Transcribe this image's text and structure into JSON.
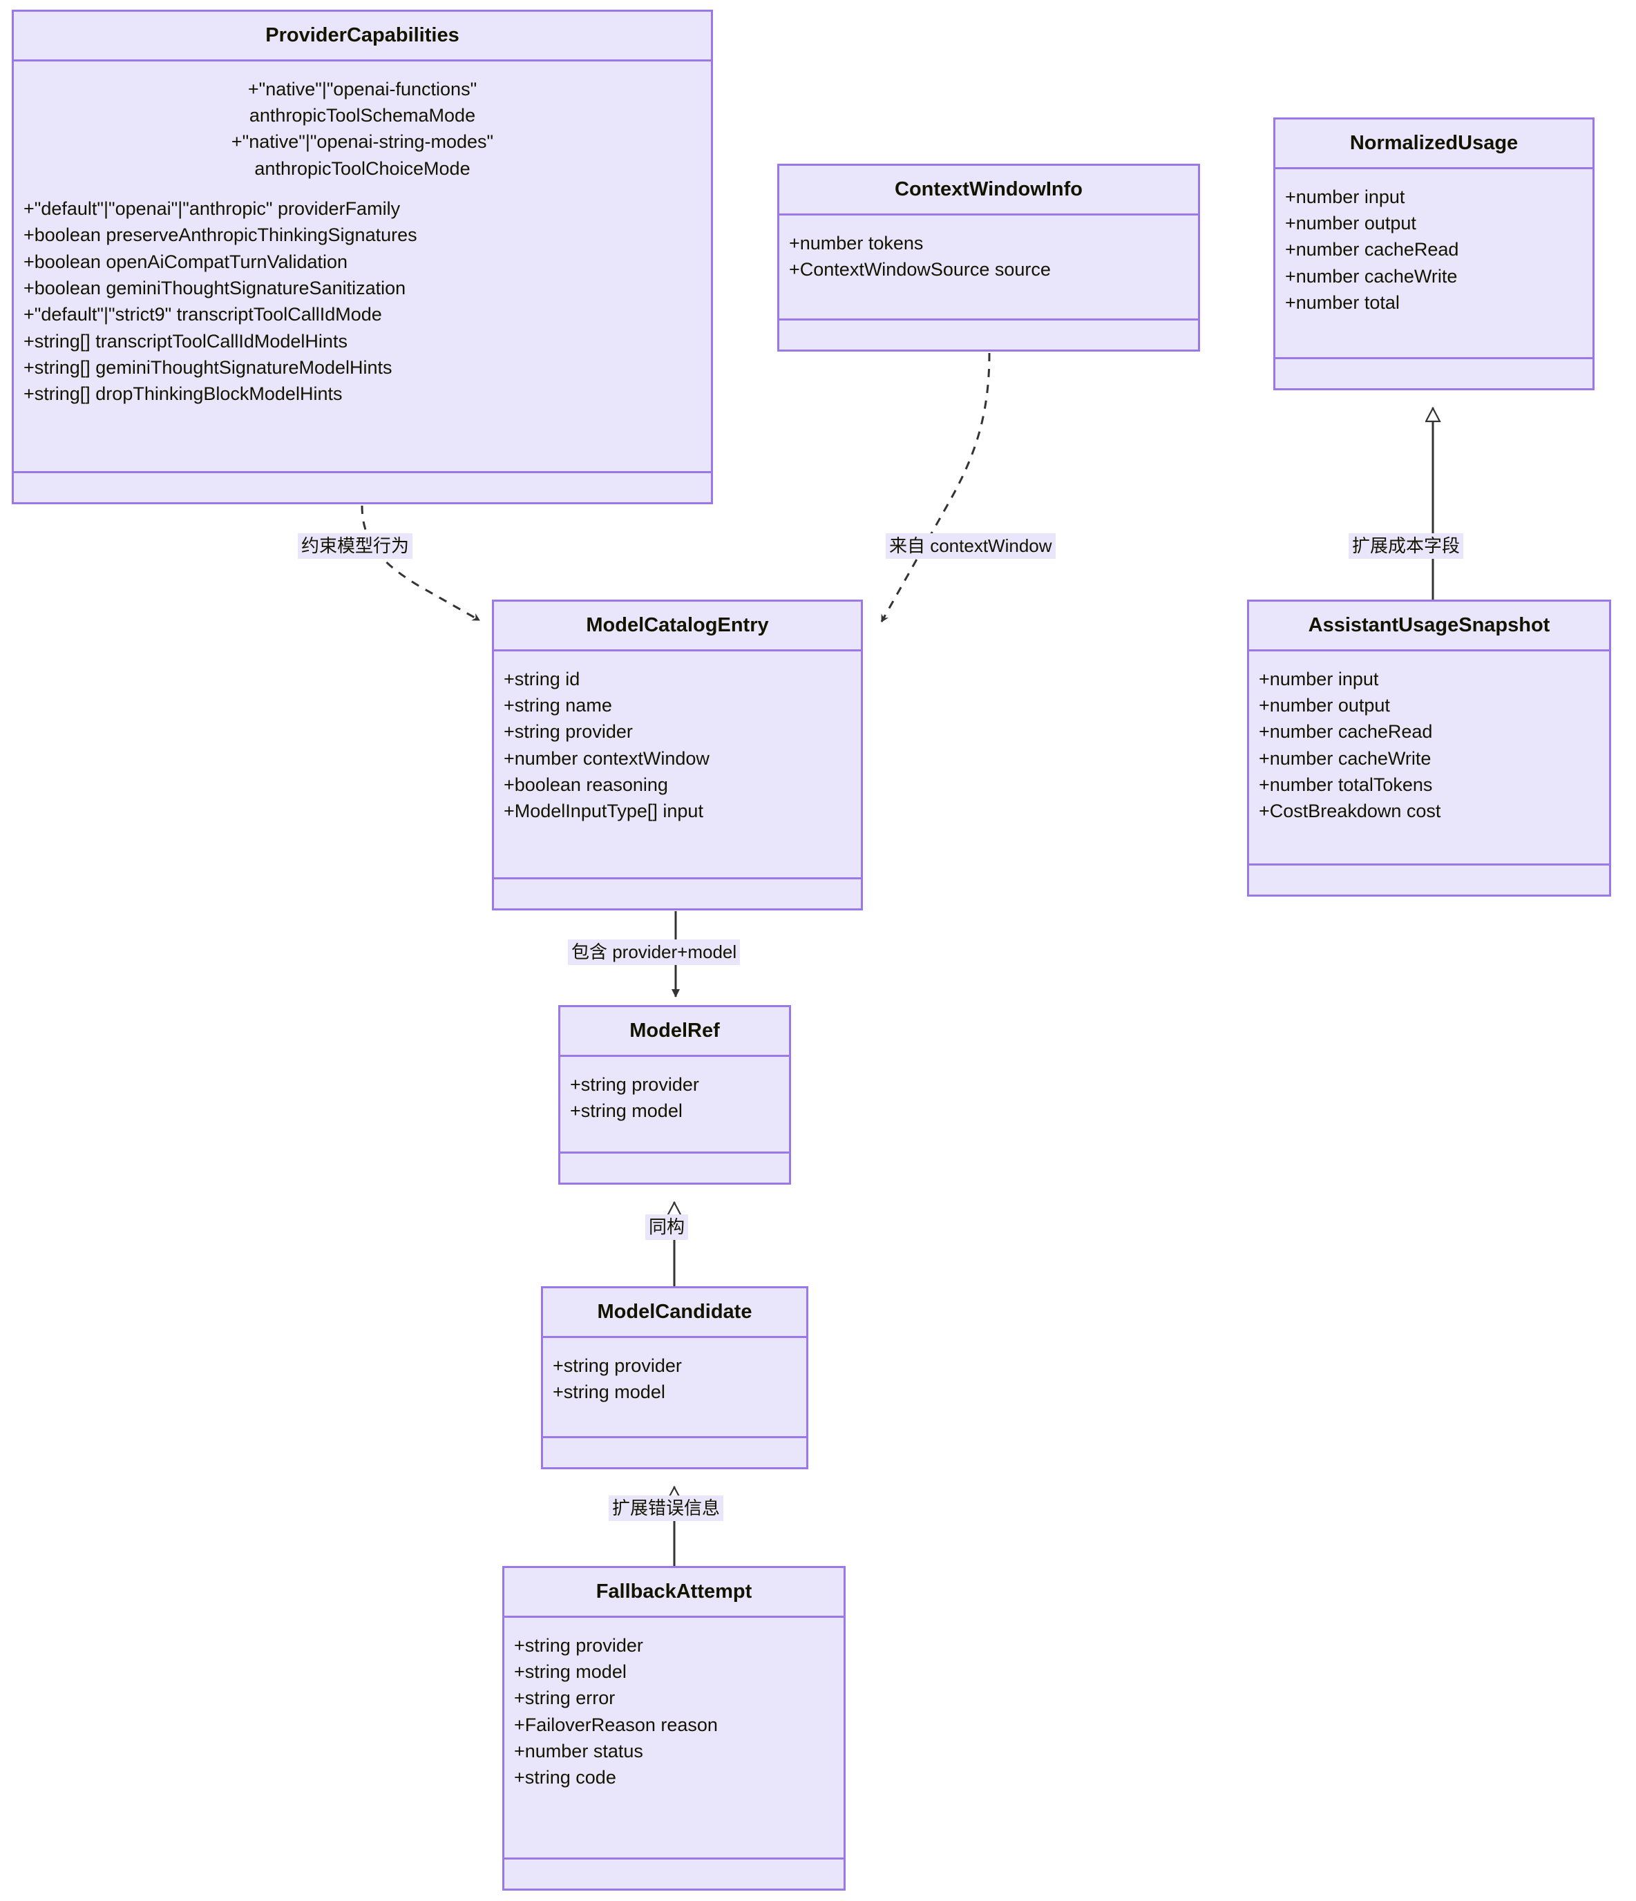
{
  "diagram": {
    "kind": "uml-class-diagram",
    "colors": {
      "node_fill": "#e9e6fb",
      "node_border": "#9a78e8",
      "text": "#131300",
      "edge": "#333333",
      "label_bg": "#e9e6fb",
      "background": "#ffffff"
    }
  },
  "classes": {
    "providerCapabilities": {
      "name": "ProviderCapabilities",
      "attributes_centered": [
        "+\"native\"|\"openai-functions\"",
        "anthropicToolSchemaMode",
        "+\"native\"|\"openai-string-modes\"",
        "anthropicToolChoiceMode"
      ],
      "attributes": [
        "+\"default\"|\"openai\"|\"anthropic\" providerFamily",
        "+boolean preserveAnthropicThinkingSignatures",
        "+boolean openAiCompatTurnValidation",
        "+boolean geminiThoughtSignatureSanitization",
        "+\"default\"|\"strict9\" transcriptToolCallIdMode",
        "+string[] transcriptToolCallIdModelHints",
        "+string[] geminiThoughtSignatureModelHints",
        "+string[] dropThinkingBlockModelHints"
      ],
      "methods": []
    },
    "contextWindowInfo": {
      "name": "ContextWindowInfo",
      "attributes": [
        "+number tokens",
        "+ContextWindowSource source"
      ],
      "methods": []
    },
    "normalizedUsage": {
      "name": "NormalizedUsage",
      "attributes": [
        "+number input",
        "+number output",
        "+number cacheRead",
        "+number cacheWrite",
        "+number total"
      ],
      "methods": []
    },
    "modelCatalogEntry": {
      "name": "ModelCatalogEntry",
      "attributes": [
        "+string id",
        "+string name",
        "+string provider",
        "+number contextWindow",
        "+boolean reasoning",
        "+ModelInputType[] input"
      ],
      "methods": []
    },
    "assistantUsageSnapshot": {
      "name": "AssistantUsageSnapshot",
      "attributes": [
        "+number input",
        "+number output",
        "+number cacheRead",
        "+number cacheWrite",
        "+number totalTokens",
        "+CostBreakdown cost"
      ],
      "methods": []
    },
    "modelRef": {
      "name": "ModelRef",
      "attributes": [
        "+string provider",
        "+string model"
      ],
      "methods": []
    },
    "modelCandidate": {
      "name": "ModelCandidate",
      "attributes": [
        "+string provider",
        "+string model"
      ],
      "methods": []
    },
    "fallbackAttempt": {
      "name": "FallbackAttempt",
      "attributes": [
        "+string provider",
        "+string model",
        "+string error",
        "+FailoverReason reason",
        "+number status",
        "+string code"
      ],
      "methods": []
    }
  },
  "relations": [
    {
      "id": "providerCapabilities-to-modelCatalogEntry",
      "from": "ProviderCapabilities",
      "to": "ModelCatalogEntry",
      "label": "约束模型行为",
      "style": "dashed",
      "arrow": "open"
    },
    {
      "id": "contextWindowInfo-to-modelCatalogEntry",
      "from": "ContextWindowInfo",
      "to": "ModelCatalogEntry",
      "label": "来自 contextWindow",
      "style": "dashed",
      "arrow": "open"
    },
    {
      "id": "assistantUsageSnapshot-to-normalizedUsage",
      "from": "AssistantUsageSnapshot",
      "to": "NormalizedUsage",
      "label": "扩展成本字段",
      "style": "solid",
      "arrow": "hollow-triangle"
    },
    {
      "id": "modelCatalogEntry-to-modelRef",
      "from": "ModelCatalogEntry",
      "to": "ModelRef",
      "label": "包含 provider+model",
      "style": "solid",
      "arrow": "filled"
    },
    {
      "id": "modelCandidate-to-modelRef",
      "from": "ModelCandidate",
      "to": "ModelRef",
      "label": "同构",
      "style": "solid",
      "arrow": "hollow-triangle"
    },
    {
      "id": "fallbackAttempt-to-modelCandidate",
      "from": "FallbackAttempt",
      "to": "ModelCandidate",
      "label": "扩展错误信息",
      "style": "solid",
      "arrow": "hollow-triangle"
    }
  ]
}
